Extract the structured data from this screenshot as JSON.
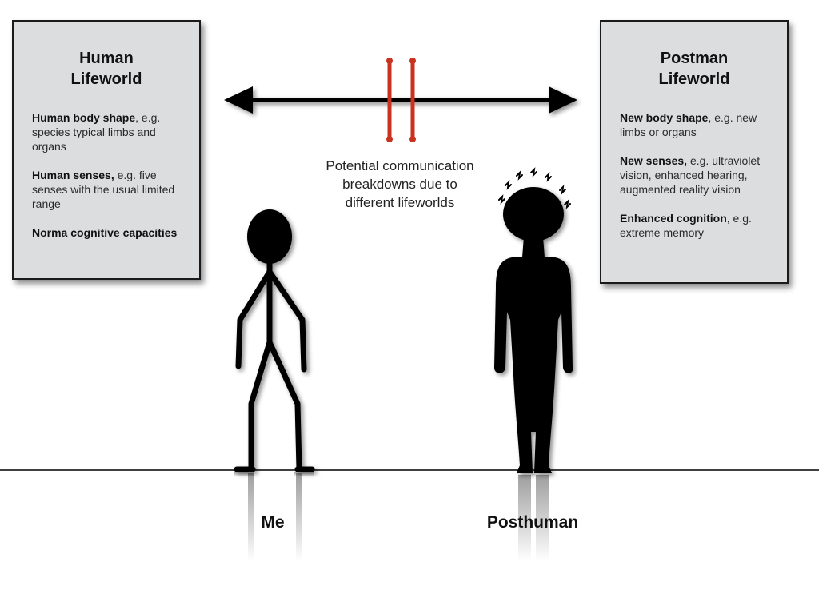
{
  "left_panel": {
    "title": "Human\nLifeworld",
    "items": [
      {
        "bold": "Human body shape",
        "rest": ", e.g. species typical limbs and organs"
      },
      {
        "bold": "Human senses,",
        "rest": " e.g. five senses with the usual limited range"
      },
      {
        "bold": "Norma cognitive capacities",
        "rest": ""
      }
    ]
  },
  "right_panel": {
    "title": "Postman\nLifeworld",
    "items": [
      {
        "bold": "New body shape",
        "rest": ", e.g. new limbs or organs"
      },
      {
        "bold": "New senses,",
        "rest": " e.g. ultraviolet vision, enhanced hearing, augmented reality vision"
      },
      {
        "bold": "Enhanced cognition",
        "rest": ", e.g. extreme memory"
      }
    ]
  },
  "center_note": "Potential communication breakdowns due to different lifeworlds",
  "figures": {
    "me_label": "Me",
    "posthuman_label": "Posthuman"
  },
  "colors": {
    "panel_fill": "#dcdddf",
    "break_marks": "#c8321f",
    "figure": "#000000"
  },
  "icons": {
    "arrow": "double-headed-arrow-icon",
    "break": "broken-link-marks-icon",
    "me": "stick-figure-icon",
    "posthuman": "posthuman-silhouette-icon"
  }
}
